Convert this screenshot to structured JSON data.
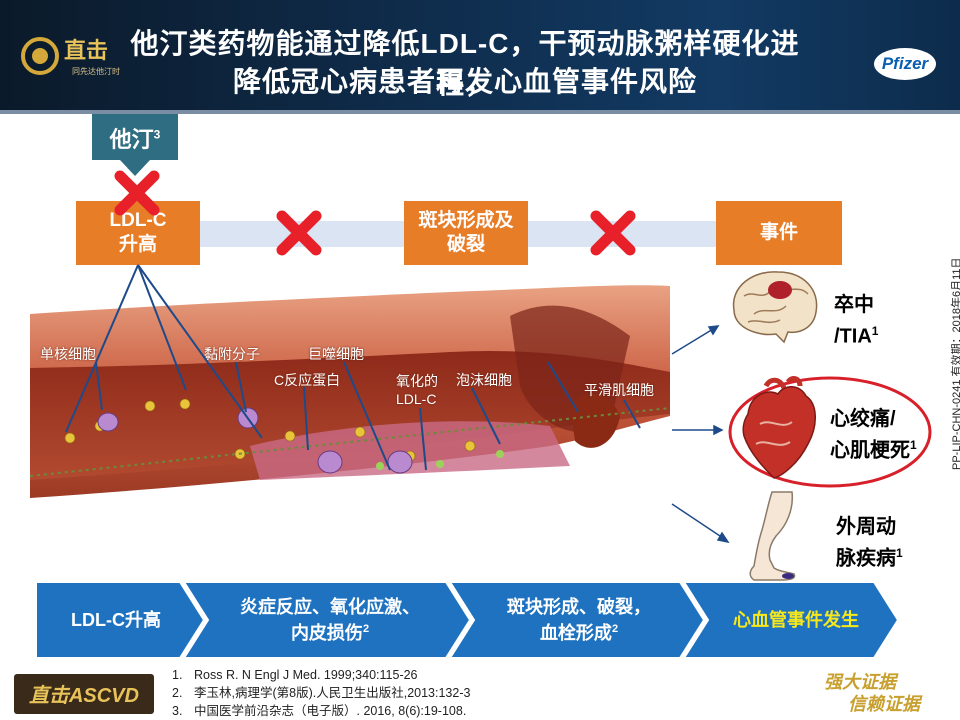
{
  "header": {
    "title_line1": "他汀类药物能通过降低LDL-C，干预动脉粥样硬化进程，",
    "title_line2": "降低冠心病患者再发心血管事件风险",
    "left_logo_text": "直击",
    "left_logo_subtext": "同先达他汀时",
    "pfizer_logo": "Pfizer"
  },
  "statin": {
    "label": "他汀",
    "ref": "3"
  },
  "flow": {
    "box1": {
      "line1": "LDL-C",
      "line2": "升高"
    },
    "box2": {
      "line1": "斑块形成及",
      "line2": "破裂"
    },
    "box3": {
      "line1": "事件"
    },
    "accent_color": "#e87d28",
    "block_color": "#e8202a"
  },
  "artery_labels": {
    "monocyte": "单核细胞",
    "adhesion": "黏附分子",
    "macrophage": "巨噬细胞",
    "crp": "C反应蛋白",
    "oxldl_line1": "氧化的",
    "oxldl_line2": "LDL-C",
    "foam": "泡沫细胞",
    "smooth_muscle": "平滑肌细胞"
  },
  "events": {
    "stroke_line1": "卒中",
    "stroke_line2": "/TIA",
    "stroke_ref": "1",
    "angina_line1": "心绞痛/",
    "angina_line2": "心肌梗死",
    "angina_ref": "1",
    "pad_line1": "外周动",
    "pad_line2": "脉疾病",
    "pad_ref": "1"
  },
  "steps": [
    {
      "line1": "LDL-C升高",
      "line2": "",
      "ref": ""
    },
    {
      "line1": "炎症反应、氧化应激、",
      "line2": "内皮损伤",
      "ref": "2"
    },
    {
      "line1": "斑块形成、破裂，",
      "line2": "血栓形成",
      "ref": "2"
    },
    {
      "line1": "心血管事件发生",
      "line2": "",
      "ref": ""
    }
  ],
  "step_colors": {
    "blue": "#1e72c0",
    "last_text": "#f7e81c"
  },
  "vertical_code": "PP-LIP-CHN-0241 有效期：2018年6月11日",
  "references": [
    {
      "n": "1.",
      "text": "Ross R. N Engl J Med. 1999;340:115-26"
    },
    {
      "n": "2.",
      "text": "李玉林,病理学(第8版).人民卫生出版社,2013:132-3"
    },
    {
      "n": "3.",
      "text": "中国医学前沿杂志（电子版）. 2016, 8(6):19-108."
    }
  ],
  "bottom_left_logo": "直击ASCVD",
  "bottom_right_logo_line1": "强大证据",
  "bottom_right_logo_line2": "信赖证据"
}
